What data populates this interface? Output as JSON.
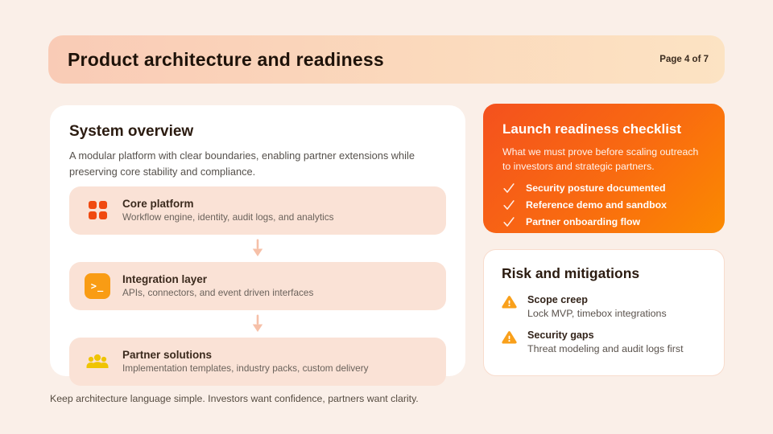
{
  "slide": {
    "header": {
      "title": "Product architecture and readiness",
      "page_indicator": "Page 4 of 7"
    },
    "system_overview": {
      "title": "System overview",
      "description": "A modular platform with clear boundaries, enabling partner extensions while preserving core stability and compliance.",
      "layers": [
        {
          "icon": "grid-icon",
          "title": "Core platform",
          "subtitle": "Workflow engine, identity, audit logs, and analytics"
        },
        {
          "icon": "terminal-icon",
          "title": "Integration layer",
          "subtitle": "APIs, connectors, and event driven interfaces"
        },
        {
          "icon": "people-icon",
          "title": "Partner solutions",
          "subtitle": "Implementation templates, industry packs, custom delivery"
        }
      ],
      "terminal_glyph": ">_"
    },
    "launch_checklist": {
      "title": "Launch readiness checklist",
      "description": "What we must prove before scaling outreach to investors and strategic partners.",
      "items": [
        {
          "icon": "check-icon",
          "label": "Security posture documented"
        },
        {
          "icon": "check-icon",
          "label": "Reference demo and sandbox"
        },
        {
          "icon": "check-icon",
          "label": "Partner onboarding flow"
        }
      ]
    },
    "risks": {
      "title": "Risk and mitigations",
      "items": [
        {
          "icon": "warning-icon",
          "title": "Scope creep",
          "mitigation": "Lock MVP, timebox integrations"
        },
        {
          "icon": "warning-icon",
          "title": "Security gaps",
          "mitigation": "Threat modeling and audit logs first"
        }
      ]
    },
    "footer_note": "Keep architecture language simple. Investors want confidence, partners want clarity.",
    "colors": {
      "background": "#FAEFE8",
      "header_gradient_start": "#F9CBB6",
      "header_gradient_end": "#FCE3C3",
      "checklist_gradient_start": "#F4511E",
      "checklist_gradient_end": "#FB8A00",
      "layer_card_bg": "#FAE2D6",
      "grid_icon": "#F04A10",
      "terminal_icon_bg": "#F99C14",
      "people_icon": "#EFC404",
      "warning_icon": "#F9A01B",
      "arrow": "#F6C0A8",
      "heading_text": "#2B1B10",
      "body_text": "#55504B"
    }
  }
}
